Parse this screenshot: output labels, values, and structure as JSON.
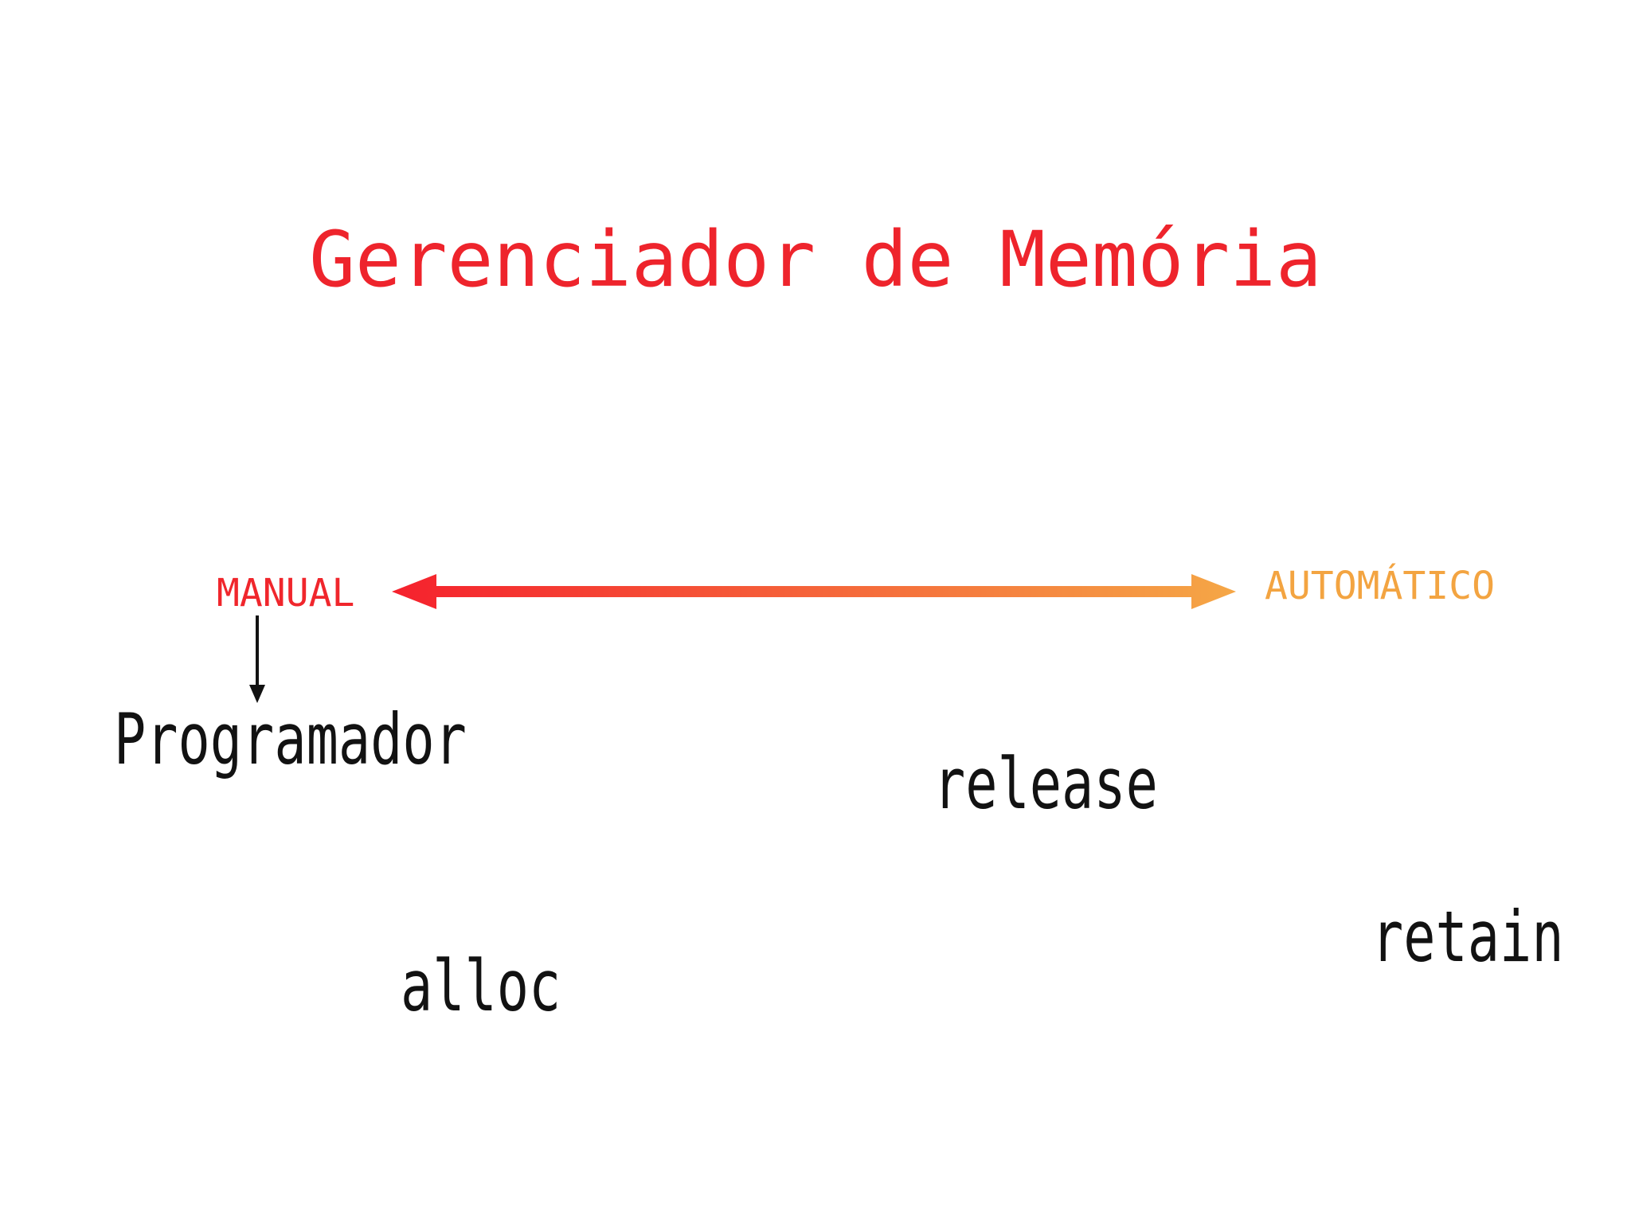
{
  "slide": {
    "title": "Gerenciador de Memória",
    "axis": {
      "left_label": "MANUAL",
      "right_label": "AUTOMÁTICO",
      "arrow_icon": "double-headed-horizontal-arrow",
      "pointer_icon": "down-arrow"
    },
    "annotations": {
      "programmer": "Programador",
      "release": "release",
      "retain": "retain",
      "alloc": "alloc"
    },
    "colors": {
      "title_red": "#ee242c",
      "manual_red": "#f0262c",
      "automatico_orange": "#f3a441",
      "arrow_gradient_start": "#f5212d",
      "arrow_gradient_end": "#f5a746",
      "annotation_black": "#121212",
      "background": "#ffffff"
    }
  }
}
